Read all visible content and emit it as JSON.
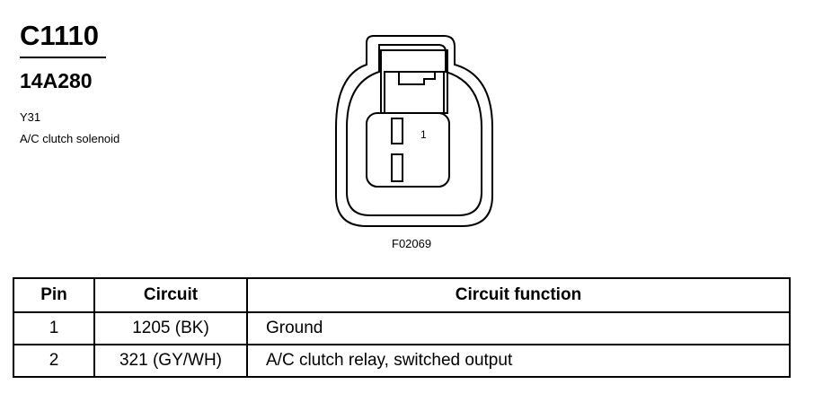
{
  "connector": {
    "id": "C1110",
    "part_number": "14A280",
    "location": "Y31",
    "description": "A/C clutch solenoid"
  },
  "diagram": {
    "pin_label": "1",
    "figure_id": "F02069"
  },
  "table": {
    "headers": [
      "Pin",
      "Circuit",
      "Circuit function"
    ],
    "rows": [
      {
        "pin": "1",
        "circuit": "1205 (BK)",
        "function": "Ground"
      },
      {
        "pin": "2",
        "circuit": "321 (GY/WH)",
        "function": "A/C clutch relay, switched output"
      }
    ]
  }
}
